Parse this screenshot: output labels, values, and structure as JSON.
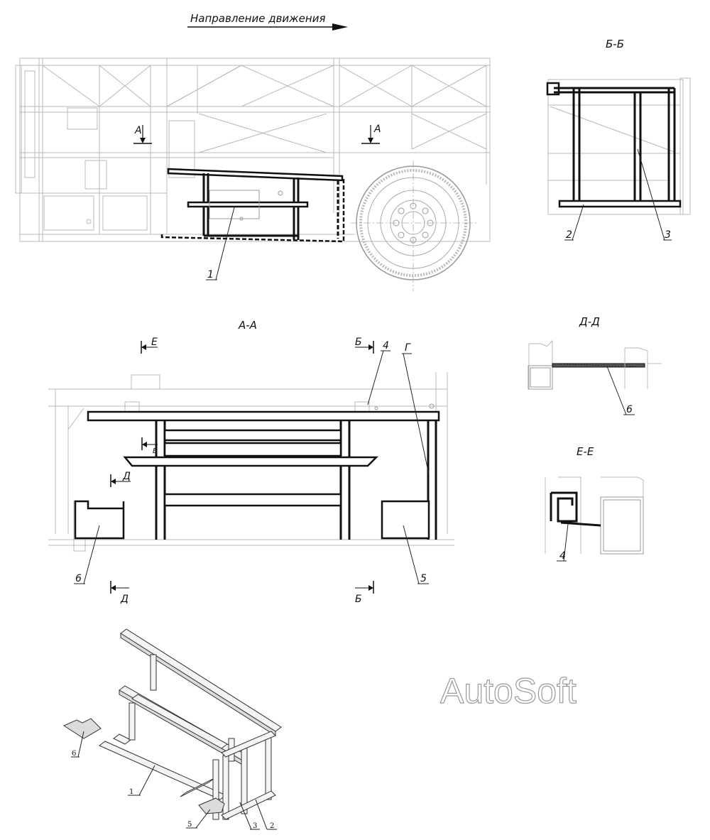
{
  "drawing": {
    "direction_caption": "Направление движения",
    "watermark": "AutoSoft"
  },
  "views": {
    "side_view": {
      "section_marker_a": "А"
    },
    "section_bb": {
      "title": "Б-Б"
    },
    "section_aa": {
      "title": "А-А",
      "marker_e": "Е",
      "marker_b": "Б",
      "marker_g": "Г",
      "marker_d": "Д",
      "marker_e_small": "Е"
    },
    "section_dd": {
      "title": "Д-Д"
    },
    "section_ee": {
      "title": "Е-Е"
    }
  },
  "callouts": {
    "item_1": "1",
    "item_2": "2",
    "item_3": "3",
    "item_4": "4",
    "item_5": "5",
    "item_6": "6"
  }
}
